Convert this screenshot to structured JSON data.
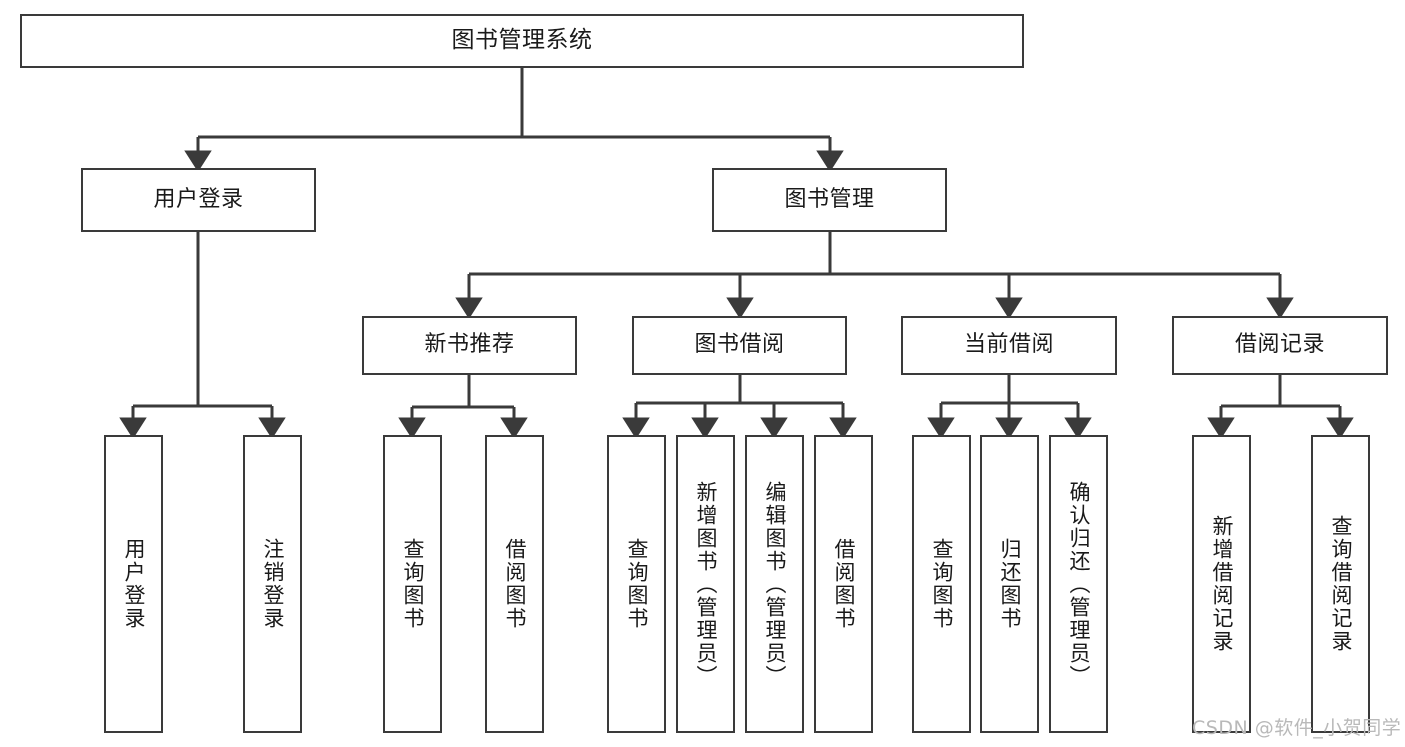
{
  "diagram": {
    "title": "图书管理系统",
    "type": "hierarchy-tree",
    "watermark": "CSDN @软件_小贺同学",
    "colors": {
      "stroke": "#3a3a3a",
      "fill": "#ffffff",
      "text": "#1a1a1a",
      "watermark": "#b9b9b9"
    },
    "nodes": {
      "root": {
        "label": "图书管理系统"
      },
      "level2": [
        {
          "id": "user-login",
          "label": "用户登录"
        },
        {
          "id": "book-manage",
          "label": "图书管理"
        }
      ],
      "level3": [
        {
          "id": "new-book-recommend",
          "label": "新书推荐"
        },
        {
          "id": "book-borrow",
          "label": "图书借阅"
        },
        {
          "id": "current-borrow",
          "label": "当前借阅"
        },
        {
          "id": "borrow-record",
          "label": "借阅记录"
        }
      ],
      "leaves": [
        {
          "id": "leaf-user-login",
          "label": "用户登录"
        },
        {
          "id": "leaf-logout",
          "label": "注销登录"
        },
        {
          "id": "leaf-query-book-1",
          "label": "查询图书"
        },
        {
          "id": "leaf-borrow-book-1",
          "label": "借阅图书"
        },
        {
          "id": "leaf-query-book-2",
          "label": "查询图书"
        },
        {
          "id": "leaf-add-book",
          "label": "新增图书（管理员）"
        },
        {
          "id": "leaf-edit-book",
          "label": "编辑图书（管理员）"
        },
        {
          "id": "leaf-borrow-book-2",
          "label": "借阅图书"
        },
        {
          "id": "leaf-query-book-3",
          "label": "查询图书"
        },
        {
          "id": "leaf-return-book",
          "label": "归还图书"
        },
        {
          "id": "leaf-confirm-return",
          "label": "确认归还（管理员）"
        },
        {
          "id": "leaf-add-record",
          "label": "新增借阅记录"
        },
        {
          "id": "leaf-query-record",
          "label": "查询借阅记录"
        }
      ]
    }
  }
}
